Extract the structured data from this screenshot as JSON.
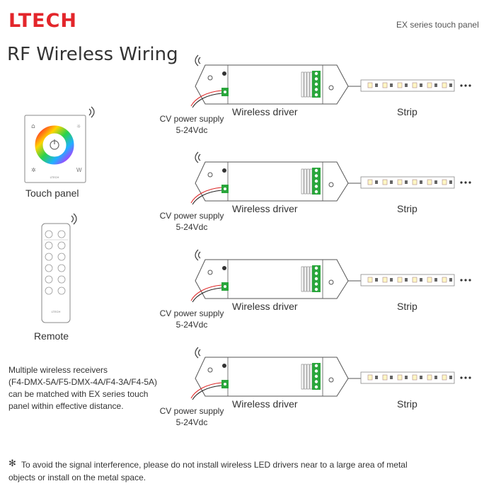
{
  "header": {
    "brand": "LTECH",
    "subtitle": "EX series touch panel",
    "title": "RF Wireless Wiring"
  },
  "devices": {
    "touch_panel_label": "Touch panel",
    "touch_panel_brand": "LTECH",
    "touch_panel_corner": "W",
    "remote_label": "Remote",
    "remote_brand": "LTECH"
  },
  "rows": [
    {
      "power_line1": "CV power supply",
      "power_line2": "5-24Vdc",
      "driver_label": "Wireless driver",
      "strip_label": "Strip"
    },
    {
      "power_line1": "CV power supply",
      "power_line2": "5-24Vdc",
      "driver_label": "Wireless driver",
      "strip_label": "Strip"
    },
    {
      "power_line1": "CV power supply",
      "power_line2": "5-24Vdc",
      "driver_label": "Wireless driver",
      "strip_label": "Strip"
    },
    {
      "power_line1": "CV power supply",
      "power_line2": "5-24Vdc",
      "driver_label": "Wireless driver",
      "strip_label": "Strip"
    }
  ],
  "note": {
    "line1": "Multiple wireless receivers",
    "line2": "(F4-DMX-5A/F5-DMX-4A/F4-3A/F4-5A)",
    "line3": "can be matched with EX series touch",
    "line4": "panel within effective distance."
  },
  "footnote": {
    "symbol": "✻",
    "line1": "To avoid the signal interference, please do not install wireless LED drivers near to a large area of metal",
    "line2": "objects or install on the  metal space."
  },
  "colors": {
    "brand": "#e3262b",
    "terminal_green": "#2aa63c",
    "line": "#555555"
  }
}
